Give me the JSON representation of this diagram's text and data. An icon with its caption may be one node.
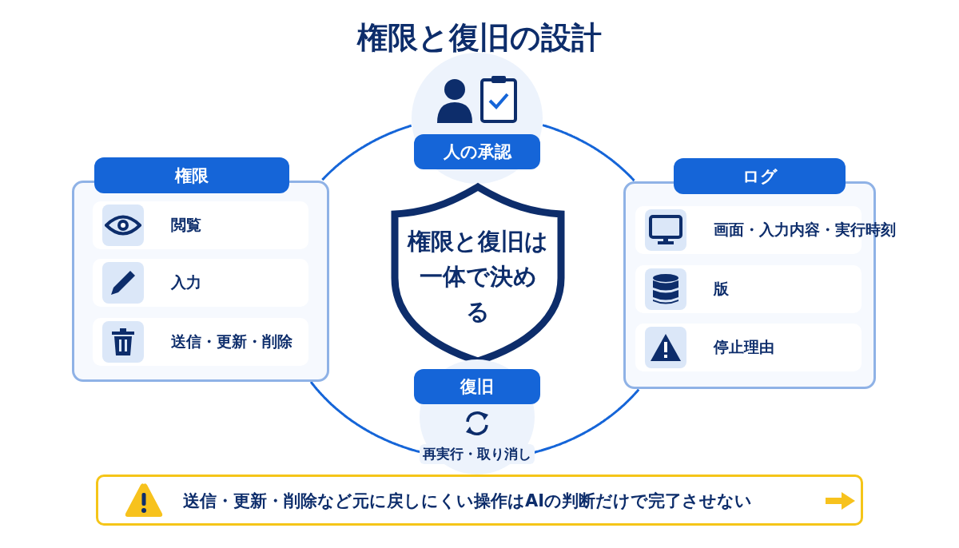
{
  "diagram": {
    "title": "権限と復旧の設計",
    "nodes": [
      {
        "text": [
          "権限"
        ]
      },
      {
        "text": [
          "閲覧"
        ],
        "in": 0
      },
      {
        "text": [
          "入力"
        ],
        "in": 0
      },
      {
        "text": [
          "送信・更新・削除"
        ],
        "in": 0
      },
      {
        "text": [
          "人の承認"
        ]
      },
      {
        "text": [
          "権限と復旧は一体で決める"
        ]
      },
      {
        "text": [
          "ログ"
        ]
      },
      {
        "text": [
          "画面・入力内容・実行時刻"
        ],
        "in": 6
      },
      {
        "text": [
          "版"
        ],
        "in": 6
      },
      {
        "text": [
          "停止理由"
        ],
        "in": 6
      },
      {
        "text": [
          "復旧",
          "再実行・取り消し"
        ]
      },
      {
        "text": [
          "送信・更新・削除など元に戻しにくい操作はAIの判断だけで完了させない"
        ]
      }
    ],
    "edges": [
      {
        "from": 0,
        "to": 4,
        "arrow": "none"
      },
      {
        "from": 4,
        "to": 6,
        "arrow": "none"
      },
      {
        "from": 6,
        "to": 10,
        "arrow": "none"
      },
      {
        "from": 10,
        "to": 0,
        "arrow": "none"
      }
    ]
  }
}
